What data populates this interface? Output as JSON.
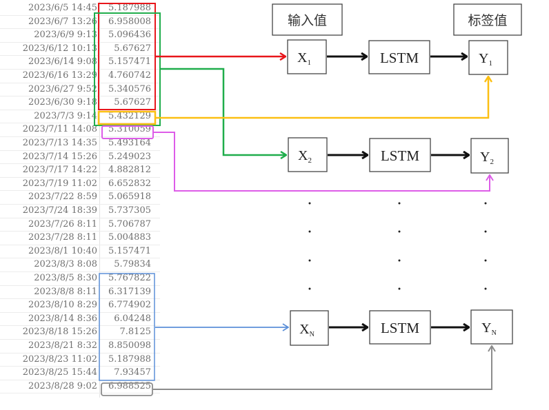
{
  "table": {
    "rows": [
      {
        "date": "2023/6/5 14:45",
        "value": "5.187988"
      },
      {
        "date": "2023/6/7 13:26",
        "value": "6.958008"
      },
      {
        "date": "2023/6/9 9:13",
        "value": "5.096436"
      },
      {
        "date": "2023/6/12 10:13",
        "value": "5.67627"
      },
      {
        "date": "2023/6/14 9:08",
        "value": "5.157471"
      },
      {
        "date": "2023/6/16 13:29",
        "value": "4.760742"
      },
      {
        "date": "2023/6/27 9:52",
        "value": "5.340576"
      },
      {
        "date": "2023/6/30 9:18",
        "value": "5.67627"
      },
      {
        "date": "2023/7/3 9:14",
        "value": "5.432129"
      },
      {
        "date": "2023/7/11 14:08",
        "value": "5.310059"
      },
      {
        "date": "2023/7/13 14:35",
        "value": "5.493164"
      },
      {
        "date": "2023/7/14 15:26",
        "value": "5.249023"
      },
      {
        "date": "2023/7/17 14:22",
        "value": "4.882812"
      },
      {
        "date": "2023/7/19 11:02",
        "value": "6.652832"
      },
      {
        "date": "2023/7/22 8:59",
        "value": "5.065918"
      },
      {
        "date": "2023/7/24 18:39",
        "value": "5.737305"
      },
      {
        "date": "2023/7/26 8:11",
        "value": "5.706787"
      },
      {
        "date": "2023/7/28 8:11",
        "value": "5.004883"
      },
      {
        "date": "2023/8/1 10:40",
        "value": "5.157471"
      },
      {
        "date": "2023/8/3 8:08",
        "value": "5.79834"
      },
      {
        "date": "2023/8/5 8:30",
        "value": "5.767822"
      },
      {
        "date": "2023/8/8 8:11",
        "value": "6.317139"
      },
      {
        "date": "2023/8/10 8:29",
        "value": "6.774902"
      },
      {
        "date": "2023/8/14 8:36",
        "value": "6.04248"
      },
      {
        "date": "2023/8/18 15:26",
        "value": "7.8125"
      },
      {
        "date": "2023/8/21 8:32",
        "value": "8.850098"
      },
      {
        "date": "2023/8/23 11:02",
        "value": "5.187988"
      },
      {
        "date": "2023/8/25 15:44",
        "value": "7.93457"
      },
      {
        "date": "2023/8/28 9:02",
        "value": "6.988525"
      }
    ]
  },
  "headers": {
    "input": "输入值",
    "label": "标签值"
  },
  "model": {
    "name": "LSTM"
  },
  "sequences": [
    {
      "x_main": "X",
      "x_sub": "1",
      "y_main": "Y",
      "y_sub": "1",
      "input_color": "#e8161b",
      "label_color": "#fcbf12"
    },
    {
      "x_main": "X",
      "x_sub": "2",
      "y_main": "Y",
      "y_sub": "2",
      "input_color": "#1fad4b",
      "label_color": "#dd5ce8"
    },
    {
      "x_main": "X",
      "x_sub": "N",
      "y_main": "Y",
      "y_sub": "N",
      "input_color": "#5b8fd8",
      "label_color": "#8c8c8c"
    }
  ],
  "ellipsis": "·"
}
